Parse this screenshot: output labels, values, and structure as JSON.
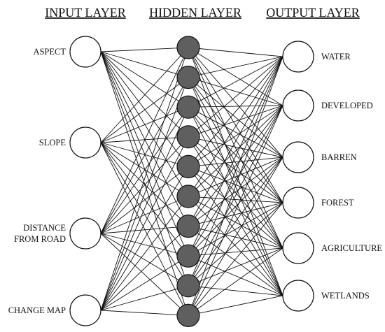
{
  "layers": {
    "input": {
      "title": "INPUT LAYER",
      "nodes": [
        {
          "label_lines": [
            "ASPECT"
          ]
        },
        {
          "label_lines": [
            "SLOPE"
          ]
        },
        {
          "label_lines": [
            "DISTANCE",
            "FROM ROAD"
          ]
        },
        {
          "label_lines": [
            "CHANGE MAP"
          ]
        }
      ]
    },
    "hidden": {
      "title": "HIDDEN LAYER",
      "node_count": 10
    },
    "output": {
      "title": "OUTPUT LAYER",
      "nodes": [
        {
          "label_lines": [
            "WATER"
          ]
        },
        {
          "label_lines": [
            "DEVELOPED"
          ]
        },
        {
          "label_lines": [
            "BARREN"
          ]
        },
        {
          "label_lines": [
            "FOREST"
          ]
        },
        {
          "label_lines": [
            "AGRICULTURE"
          ]
        },
        {
          "label_lines": [
            "WETLANDS"
          ]
        }
      ]
    }
  },
  "colors": {
    "hidden_fill": "#5f5f5f",
    "node_stroke": "#111111",
    "edge": "#111111",
    "io_fill": "#ffffff"
  }
}
